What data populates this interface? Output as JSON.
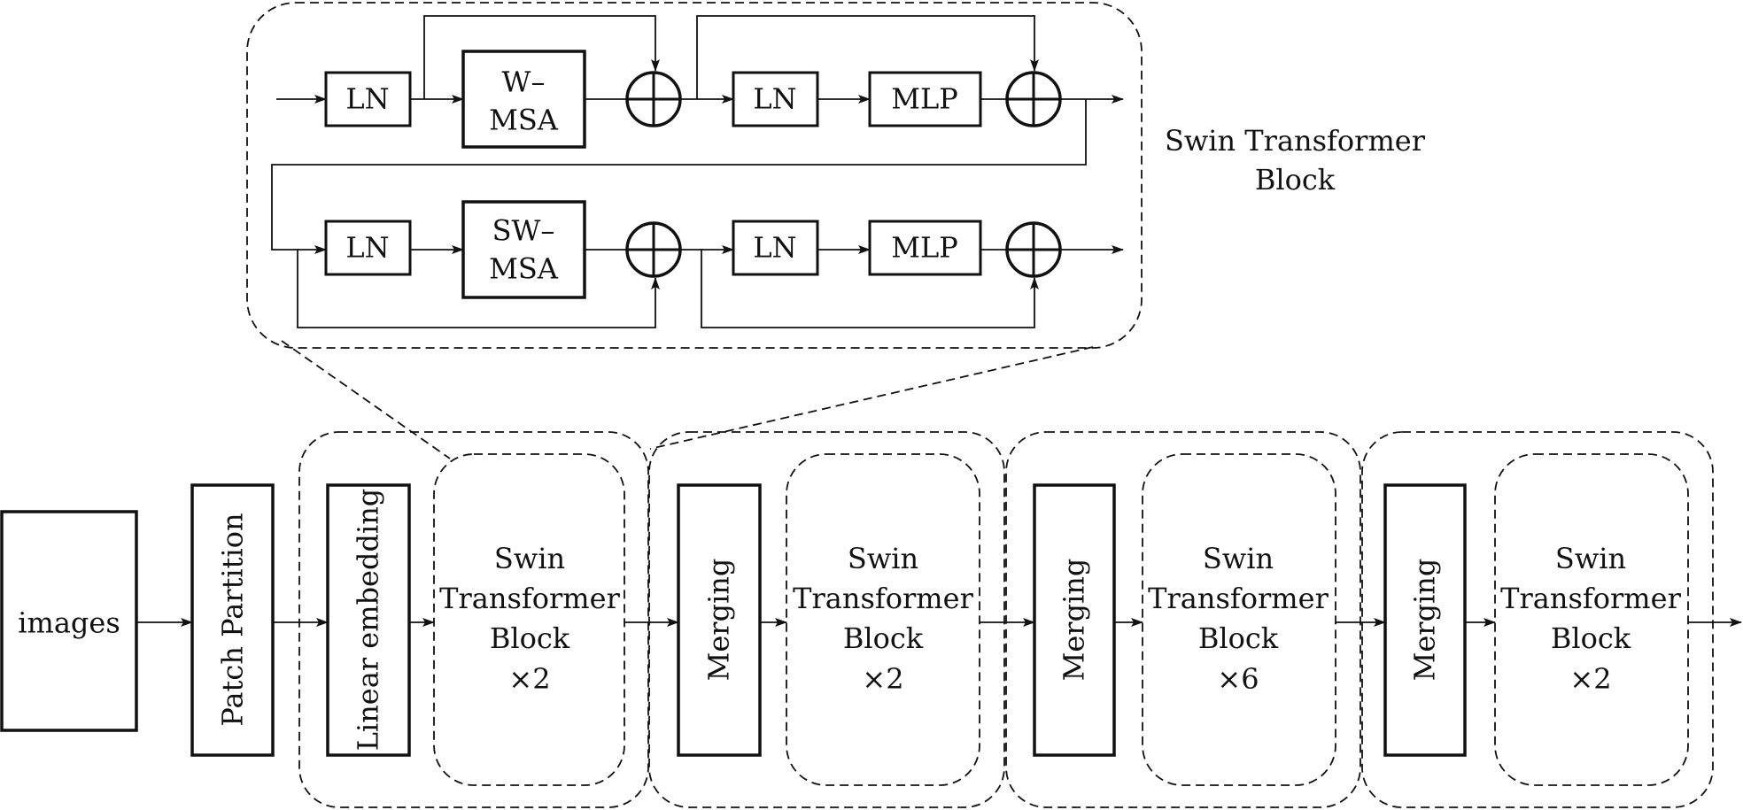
{
  "detail": {
    "title_line1": "Swin Transformer",
    "title_line2": "Block",
    "row1": {
      "ln1": "LN",
      "msa_line1": "W–",
      "msa_line2": "MSA",
      "ln2": "LN",
      "mlp": "MLP"
    },
    "row2": {
      "ln1": "LN",
      "msa_line1": "SW–",
      "msa_line2": "MSA",
      "ln2": "LN",
      "mlp": "MLP"
    }
  },
  "pipeline": {
    "images": "images",
    "patch_partition": "Patch Partition",
    "linear_embedding": "Linear embedding",
    "stages": [
      {
        "merging": "",
        "block_line1": "Swin",
        "block_line2": "Transformer",
        "block_line3": "Block",
        "repeat": "×2"
      },
      {
        "merging": "Merging",
        "block_line1": "Swin",
        "block_line2": "Transformer",
        "block_line3": "Block",
        "repeat": "×2"
      },
      {
        "merging": "Merging",
        "block_line1": "Swin",
        "block_line2": "Transformer",
        "block_line3": "Block",
        "repeat": "×6"
      },
      {
        "merging": "Merging",
        "block_line1": "Swin",
        "block_line2": "Transformer",
        "block_line3": "Block",
        "repeat": "×2"
      }
    ]
  }
}
